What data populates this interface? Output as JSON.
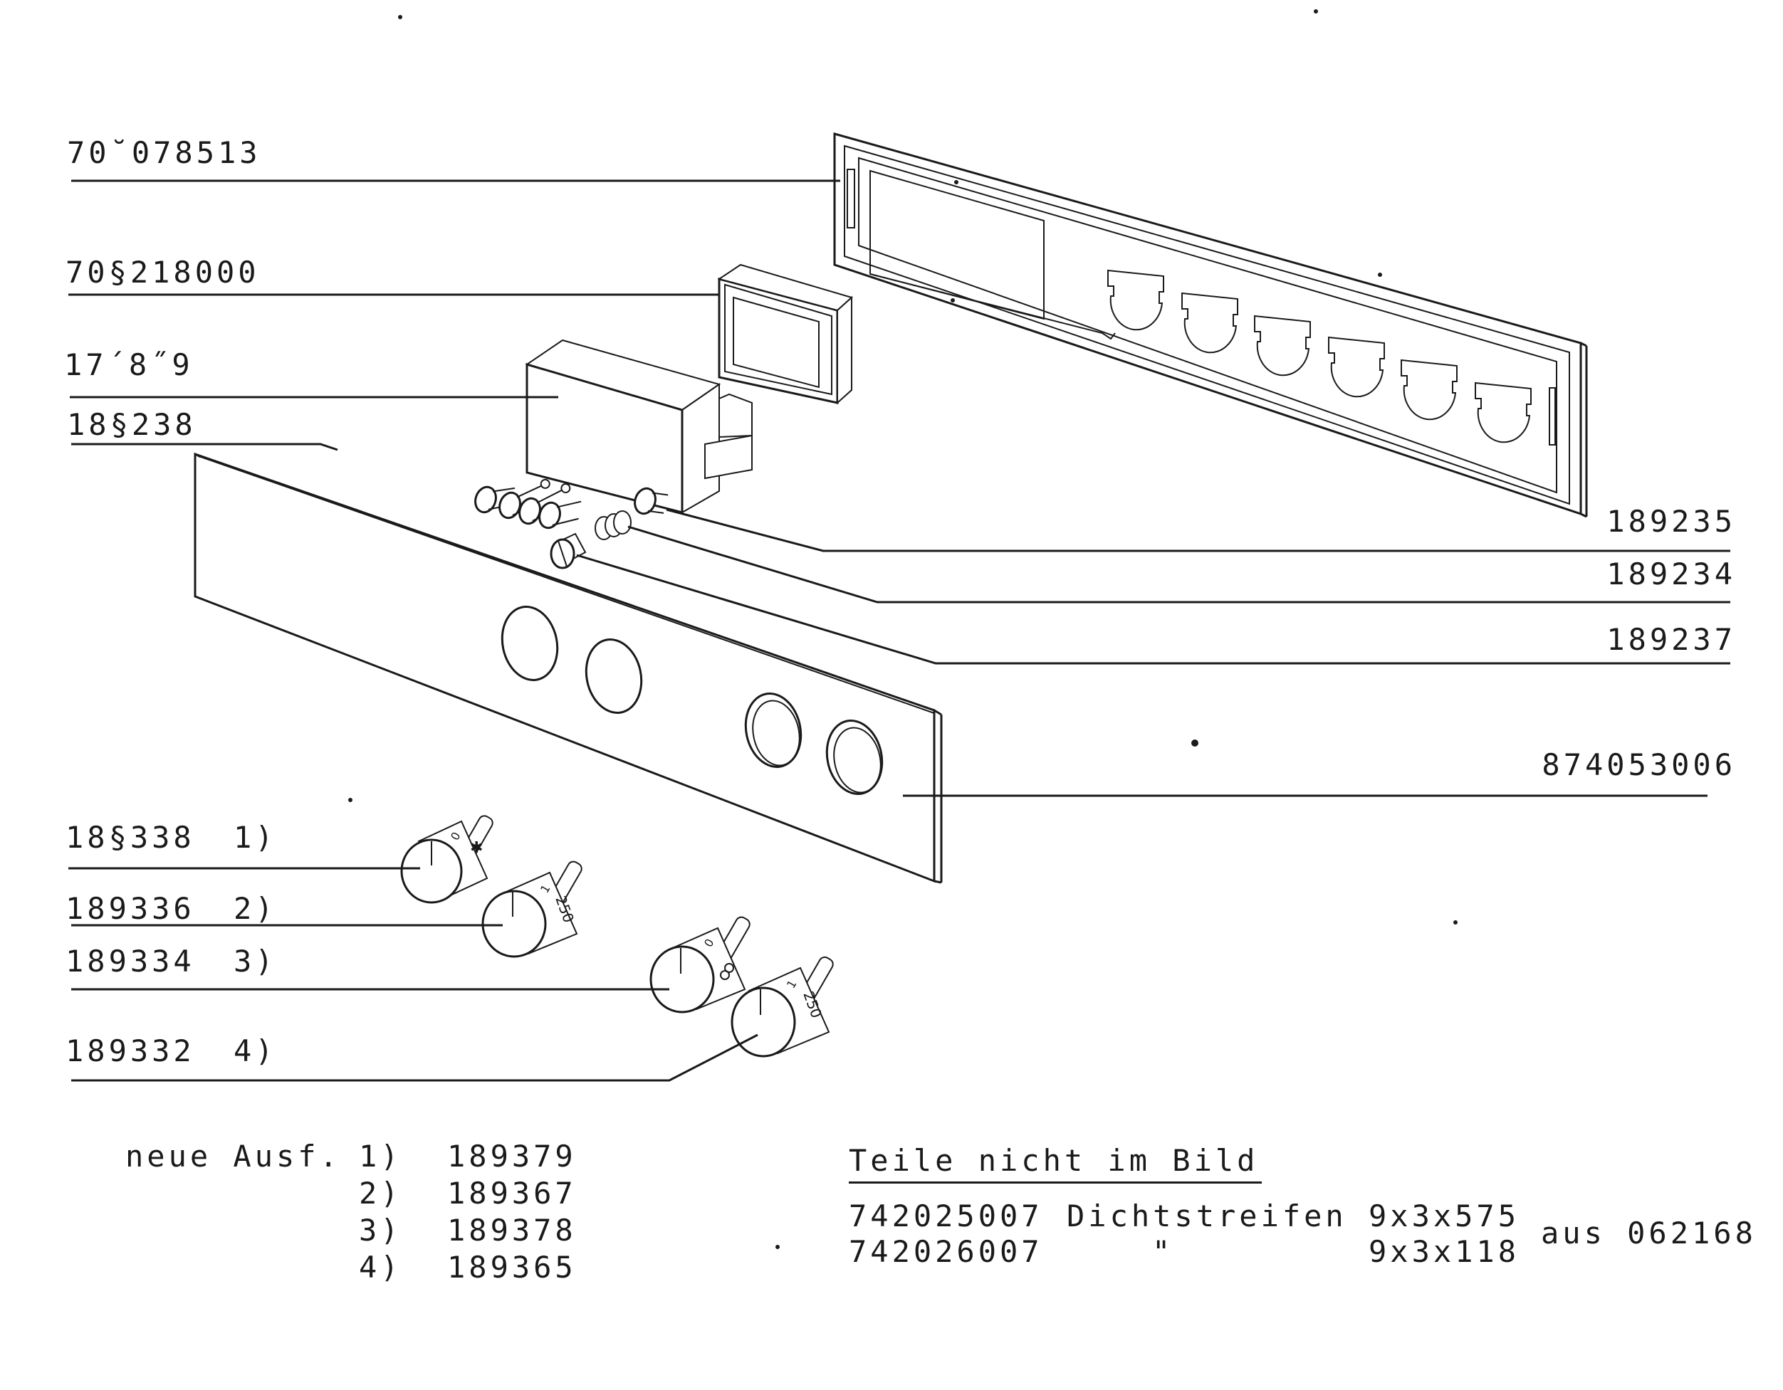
{
  "part_labels": {
    "p1": "70˘078513",
    "p2": "70§218000",
    "p3": "17´8˝9",
    "p4": "18§238",
    "p5": "189235",
    "p6": "189234",
    "p7": "189237",
    "p8": "874053006",
    "k1": "18§338",
    "k2": "189336",
    "k3": "189334",
    "k4": "189332"
  },
  "knob_refs": {
    "k1": "1)",
    "k2": "2)",
    "k3": "3)",
    "k4": "4)"
  },
  "knob_dial_marks": {
    "k2": "250",
    "k4": "250",
    "zero": "0",
    "one": "1"
  },
  "new_version": {
    "title": "neue Ausf.",
    "items": [
      {
        "ref": "1)",
        "part": "189379"
      },
      {
        "ref": "2)",
        "part": "189367"
      },
      {
        "ref": "3)",
        "part": "189378"
      },
      {
        "ref": "4)",
        "part": "189365"
      }
    ]
  },
  "not_shown": {
    "title": "Teile nicht im Bild",
    "rows": [
      {
        "part": "742025007",
        "desc": "Dichtstreifen",
        "size": "9x3x575"
      },
      {
        "part": "742026007",
        "desc": "\"",
        "size": "9x3x118"
      }
    ],
    "source": "aus 062168"
  }
}
